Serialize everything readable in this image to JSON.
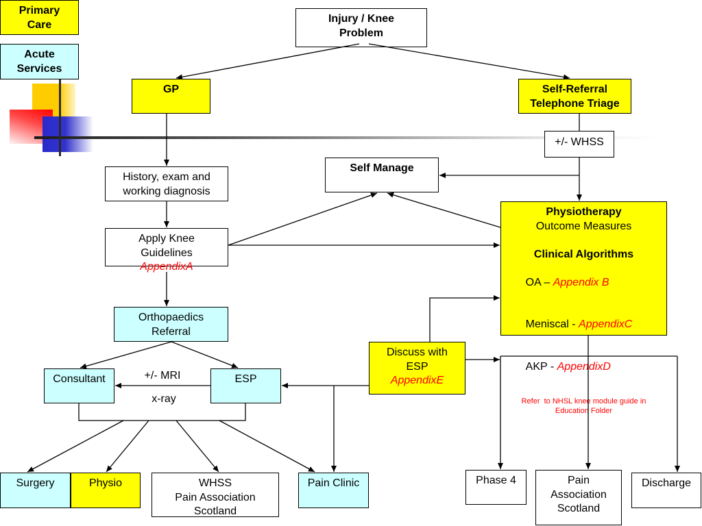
{
  "colors": {
    "primary_care": "#FFFF00",
    "acute_services": "#CCFFFF",
    "appendix_text": "#FF0000"
  },
  "legend": {
    "primary_care": "Primary\nCare",
    "acute_services": "Acute\nServices"
  },
  "nodes": {
    "injury": "Injury / Knee\nProblem",
    "gp": "GP",
    "self_referral": "Self-Referral\nTelephone Triage",
    "whss": "+/- WHSS",
    "history": "History, exam and\nworking diagnosis",
    "self_manage": "Self Manage",
    "apply_guidelines": {
      "label": "Apply Knee\nGuidelines",
      "appendix": "AppendixA"
    },
    "physiotherapy": {
      "title": "Physiotherapy",
      "subtitle": "Outcome Measures",
      "algorithms_title": "Clinical Algorithms",
      "algorithms": [
        {
          "label": "OA – ",
          "appendix": "Appendix B"
        },
        {
          "label": "Meniscal - ",
          "appendix": "AppendixC"
        },
        {
          "label": "AKP - ",
          "appendix": "AppendixD"
        }
      ],
      "note": "Refer  to NHSL knee module guide in\nEducation Folder"
    },
    "orthopaedics_referral": "Orthopaedics\nReferral",
    "consultant": "Consultant",
    "esp": "ESP",
    "discuss_esp": {
      "label": "Discuss with\nESP",
      "appendix": "AppendixE"
    },
    "surgery": "Surgery",
    "physio": "Physio",
    "whss_pain_association": "WHSS\nPain Association\nScotland",
    "pain_clinic": "Pain Clinic",
    "phase4": "Phase 4",
    "pain_association": "Pain\nAssociation\nScotland",
    "discharge": "Discharge"
  },
  "edge_labels": {
    "mri": "+/- MRI",
    "xray": "x-ray"
  }
}
